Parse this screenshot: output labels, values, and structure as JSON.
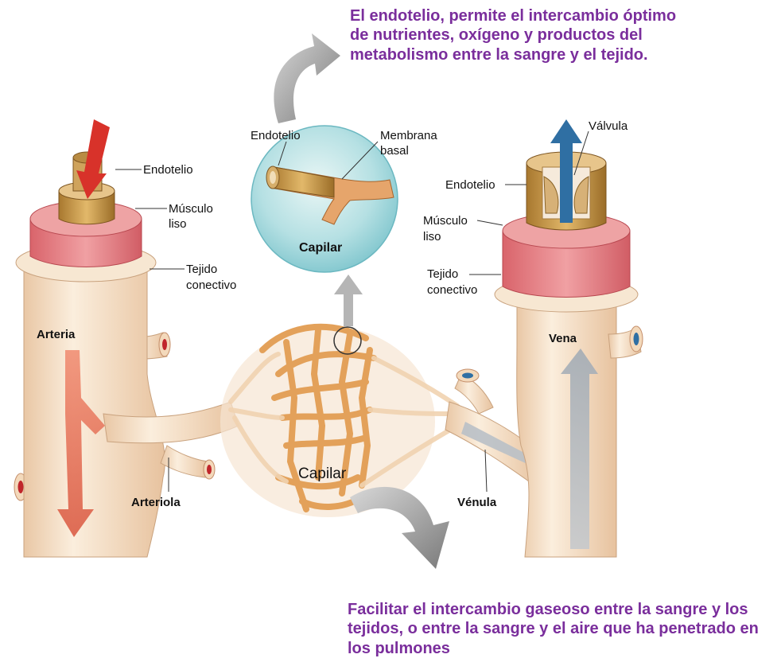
{
  "captions": {
    "top": "El endotelio, permite el intercambio óptimo de nutrientes, oxígeno y productos del metabolismo entre la sangre y el tejido.",
    "bottom": "Facilitar el intercambio gaseoso entre la sangre y los tejidos, o entre la sangre y el aire que ha penetrado en los pulmones"
  },
  "artery": {
    "title": "Arteria",
    "endotelio": "Endotelio",
    "musculo_line1": "Músculo",
    "musculo_line2": "liso",
    "tejido_line1": "Tejido",
    "tejido_line2": "conectivo",
    "arteriola": "Arteriola"
  },
  "capillary_inset": {
    "endotelio": "Endotelio",
    "membrana_line1": "Membrana",
    "membrana_line2": "basal",
    "title": "Capilar"
  },
  "capillary_bed": {
    "label": "Capilar"
  },
  "vein": {
    "title": "Vena",
    "valvula": "Válvula",
    "endotelio": "Endotelio",
    "musculo_line1": "Músculo",
    "musculo_line2": "liso",
    "tejido_line1": "Tejido",
    "tejido_line2": "conectivo",
    "venula": "Vénula"
  },
  "colors": {
    "caption": "#7a2e9c",
    "tissue": "#f3dcc0",
    "muscle": "#e8848a",
    "capillary": "#e3a15a",
    "arterial_flow": "#d83a2c",
    "venous_flow": "#2f6fa3",
    "inset_bg": "#9fd6dc"
  }
}
